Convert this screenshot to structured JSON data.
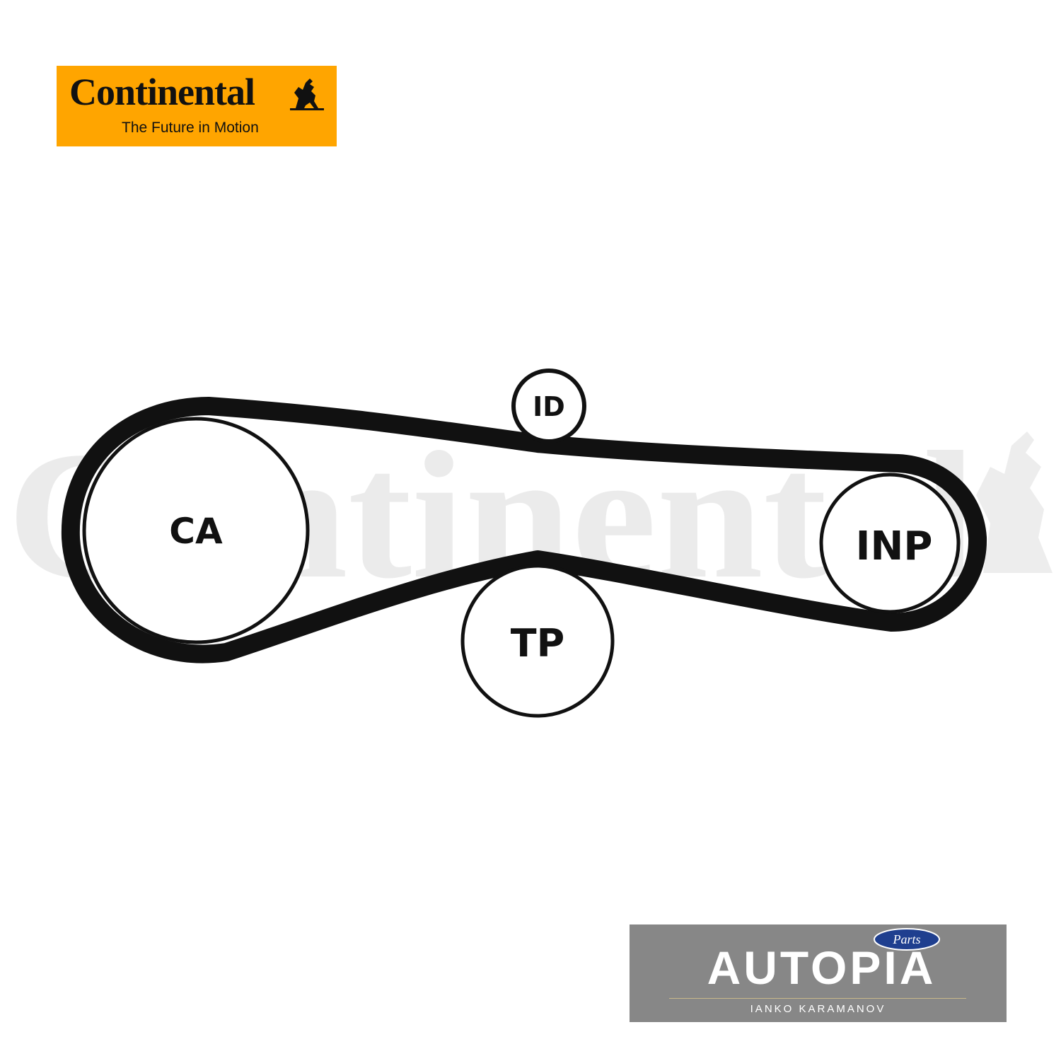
{
  "logos": {
    "continental": {
      "brand": "Continental",
      "tagline": "The Future in Motion",
      "color": "#FFA500",
      "icon": "rearing-horse-icon"
    },
    "autopia": {
      "brand": "AUTOPIA",
      "subtitle": "IANKO  KARAMANOV",
      "badge": "Parts",
      "color": "#878787"
    }
  },
  "watermark": {
    "text": "Continental"
  },
  "diagram": {
    "pulleys": [
      {
        "id": "ca",
        "label": "CA"
      },
      {
        "id": "id",
        "label": "ID"
      },
      {
        "id": "inp",
        "label": "INP"
      },
      {
        "id": "tp",
        "label": "TP"
      }
    ]
  }
}
